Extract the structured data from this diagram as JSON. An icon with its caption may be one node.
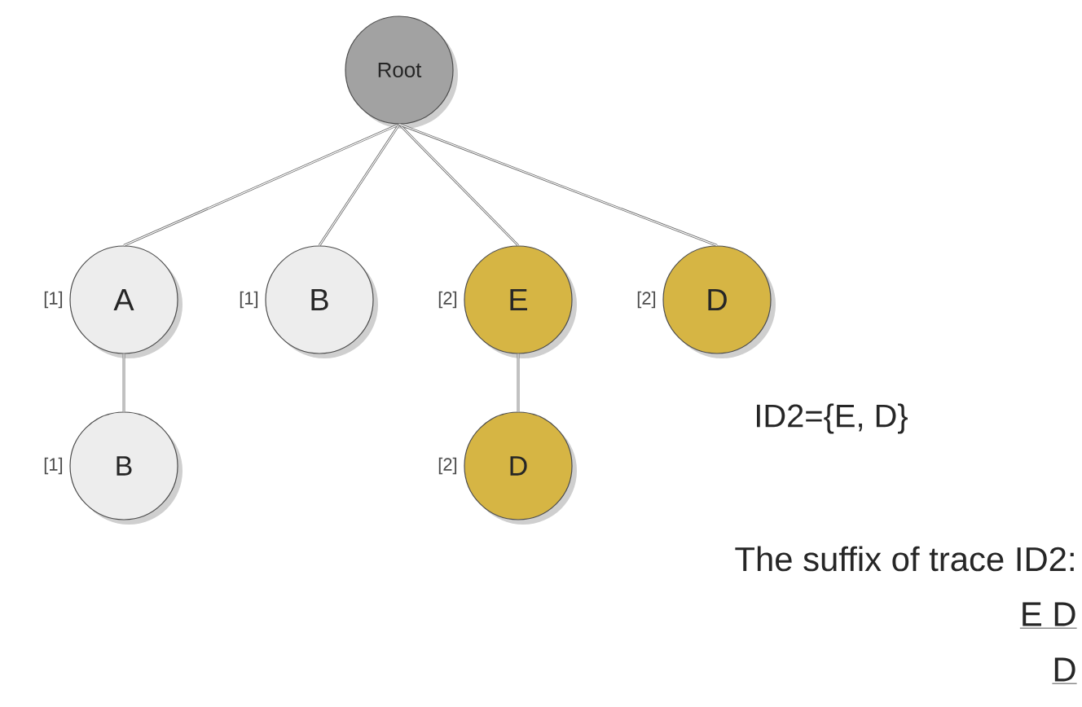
{
  "diagram": {
    "nodes": [
      {
        "text": [
          "Root"
        ]
      },
      {
        "text": [
          "A"
        ],
        "beside": [
          "[1]"
        ]
      },
      {
        "text": [
          "B"
        ],
        "beside": [
          "[1]"
        ]
      },
      {
        "text": [
          "E"
        ],
        "beside": [
          "[2]"
        ]
      },
      {
        "text": [
          "D"
        ],
        "beside": [
          "[2]"
        ]
      },
      {
        "text": [
          "B"
        ],
        "beside": [
          "[1]"
        ]
      },
      {
        "text": [
          "D"
        ],
        "beside": [
          "[2]"
        ]
      }
    ],
    "edges": [
      {
        "from": 0,
        "to": 1,
        "arrow": "none"
      },
      {
        "from": 0,
        "to": 2,
        "arrow": "none"
      },
      {
        "from": 0,
        "to": 3,
        "arrow": "none"
      },
      {
        "from": 0,
        "to": 4,
        "arrow": "none"
      },
      {
        "from": 1,
        "to": 5,
        "arrow": "none"
      },
      {
        "from": 3,
        "to": 6,
        "arrow": "none"
      }
    ],
    "labels": [
      "ID2={E, D}",
      "The suffix of trace ID2:",
      "E D",
      "D"
    ]
  }
}
